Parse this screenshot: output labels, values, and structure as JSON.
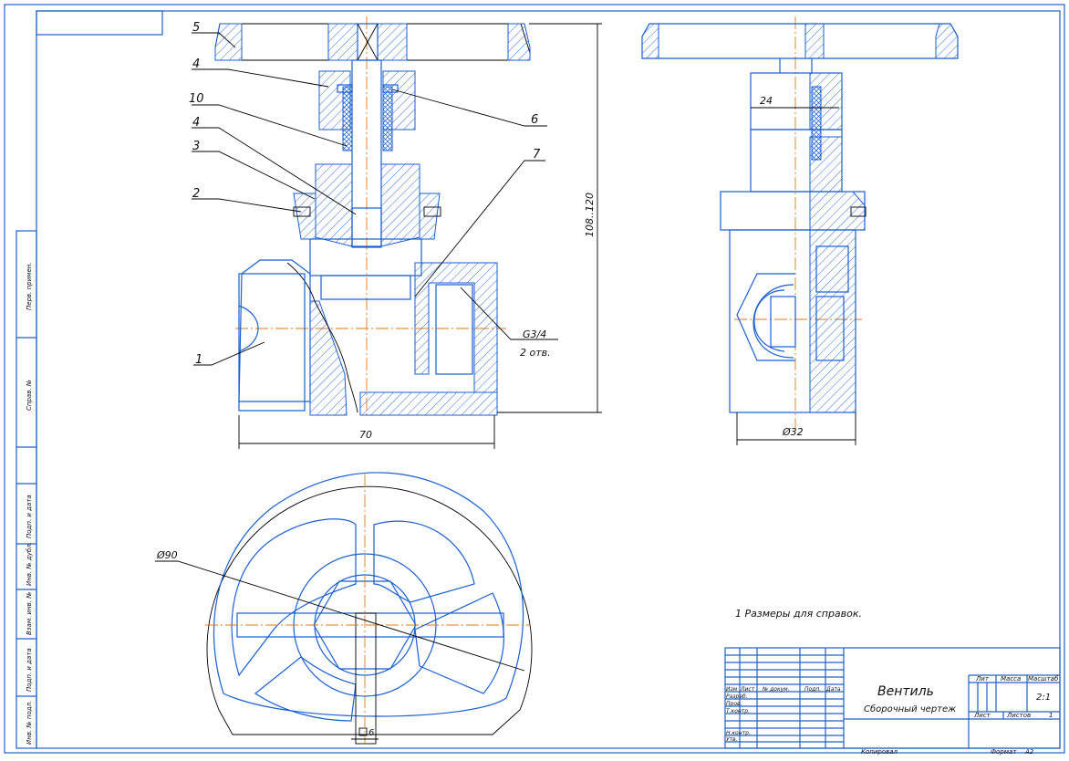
{
  "front_view": {
    "leaders": [
      "5",
      "4",
      "10",
      "4",
      "3",
      "2",
      "1",
      "6",
      "7"
    ],
    "thread_label": "G3/4",
    "thread_count": "2 отв.",
    "dim_width": "70",
    "dim_height": "108..120"
  },
  "side_view": {
    "dim_top": "24",
    "dim_bottom": "Ø32"
  },
  "top_view": {
    "dim_diameter": "Ø90",
    "dim_slot": "6"
  },
  "note": "1 Размеры для справок.",
  "side_stamp": [
    "Перв. примен.",
    "Справ. №",
    "Подп. и дата",
    "Инв. № дубл.",
    "Взам. инв. №",
    "Подп. и дата",
    "Инв. № подл."
  ],
  "title_block": {
    "title": "Вентиль",
    "subtitle": "Сборочный чертеж",
    "header_cols": [
      "Изм",
      "Лист",
      "№ докум.",
      "Подп.",
      "Дата"
    ],
    "roles": [
      "Разраб.",
      "Пров.",
      "Т.контр.",
      "",
      "Н.контр.",
      "Утв."
    ],
    "lit_label": "Лит",
    "mass_label": "Масса",
    "scale_label": "Масштаб",
    "scale_value": "2:1",
    "sheet_label": "Лист",
    "sheets_label": "Листов",
    "sheets_value": "1",
    "copied": "Копировал",
    "format_label": "Формат",
    "format_value": "А2"
  }
}
